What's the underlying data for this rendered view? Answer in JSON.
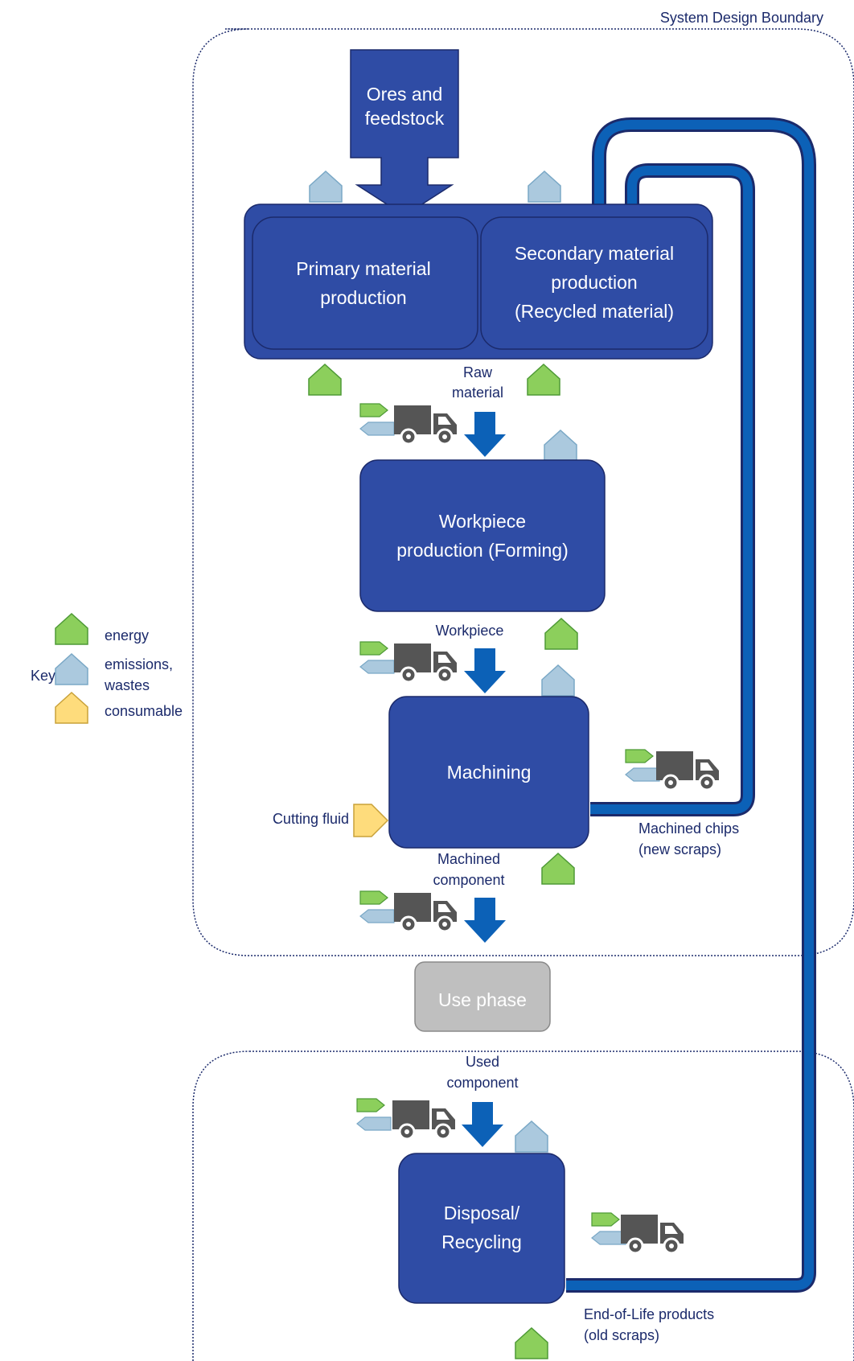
{
  "boundary_label": "System Design Boundary",
  "key": {
    "title": "Key:",
    "items": [
      {
        "label": "energy",
        "color": "#8ccf5c",
        "icon": "energy-pentagon-icon"
      },
      {
        "label": "emissions,",
        "label2": "wastes",
        "color": "#abc9de",
        "icon": "emissions-pentagon-icon"
      },
      {
        "label": "consumable",
        "color": "#fedc7c",
        "icon": "consumable-pentagon-icon"
      }
    ]
  },
  "nodes": {
    "ores": {
      "line1": "Ores and",
      "line2": "feedstock"
    },
    "primary": {
      "line1": "Primary material",
      "line2": "production"
    },
    "secondary": {
      "line1": "Secondary material",
      "line2": "production",
      "line3": "(Recycled material)"
    },
    "workpiece": {
      "line1": "Workpiece",
      "line2": "production (Forming)"
    },
    "machining": {
      "label": "Machining"
    },
    "use_phase": {
      "label": "Use phase"
    },
    "disposal": {
      "line1": "Disposal/",
      "line2": "Recycling"
    }
  },
  "flows": {
    "raw_material": {
      "line1": "Raw",
      "line2": "material"
    },
    "workpiece": {
      "label": "Workpiece"
    },
    "machined_component": {
      "line1": "Machined",
      "line2": "component"
    },
    "used_component": {
      "line1": "Used",
      "line2": "component"
    },
    "cutting_fluid": {
      "label": "Cutting fluid"
    },
    "machined_chips": {
      "line1": "Machined chips",
      "line2": "(new scraps)"
    },
    "end_of_life": {
      "line1": "End-of-Life products",
      "line2": "(old scraps)"
    }
  },
  "colors": {
    "node": "#2f4ca5",
    "node_border": "#1b2a6b",
    "arrow": "#0c61b7",
    "truck": "#555555",
    "use_phase": "#bfbfbf",
    "energy": "#8ccf5c",
    "emissions": "#abc9de",
    "consumable": "#fedc7c"
  }
}
